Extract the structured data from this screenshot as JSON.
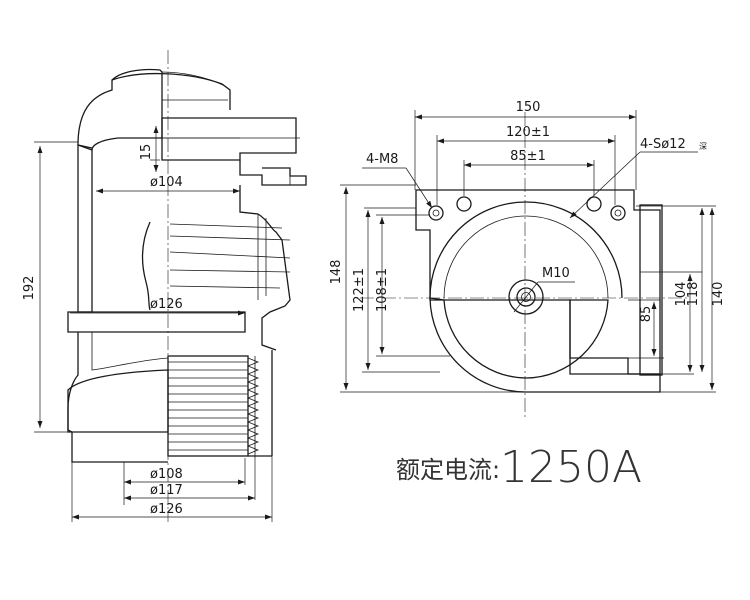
{
  "side_view": {
    "height": "192",
    "d_top_offset": "15",
    "d_inner_top": "ø104",
    "d_mid": "ø126",
    "d_base_108": "ø108",
    "d_base_117": "ø117",
    "d_base_126": "ø126"
  },
  "end_view": {
    "width_150": "150",
    "width_120": "120±1",
    "width_85": "85±1",
    "mount_holes": "4-M8",
    "slot_holes": "4-Sø12",
    "slot_suffix": "深",
    "center_thread": "M10",
    "h_148": "148",
    "h_122": "122±1",
    "h_108": "108±1",
    "h_85": "85",
    "h_104": "104",
    "h_118": "118",
    "h_140": "140"
  },
  "rating": {
    "label": "额定电流:",
    "value": "1250A"
  }
}
